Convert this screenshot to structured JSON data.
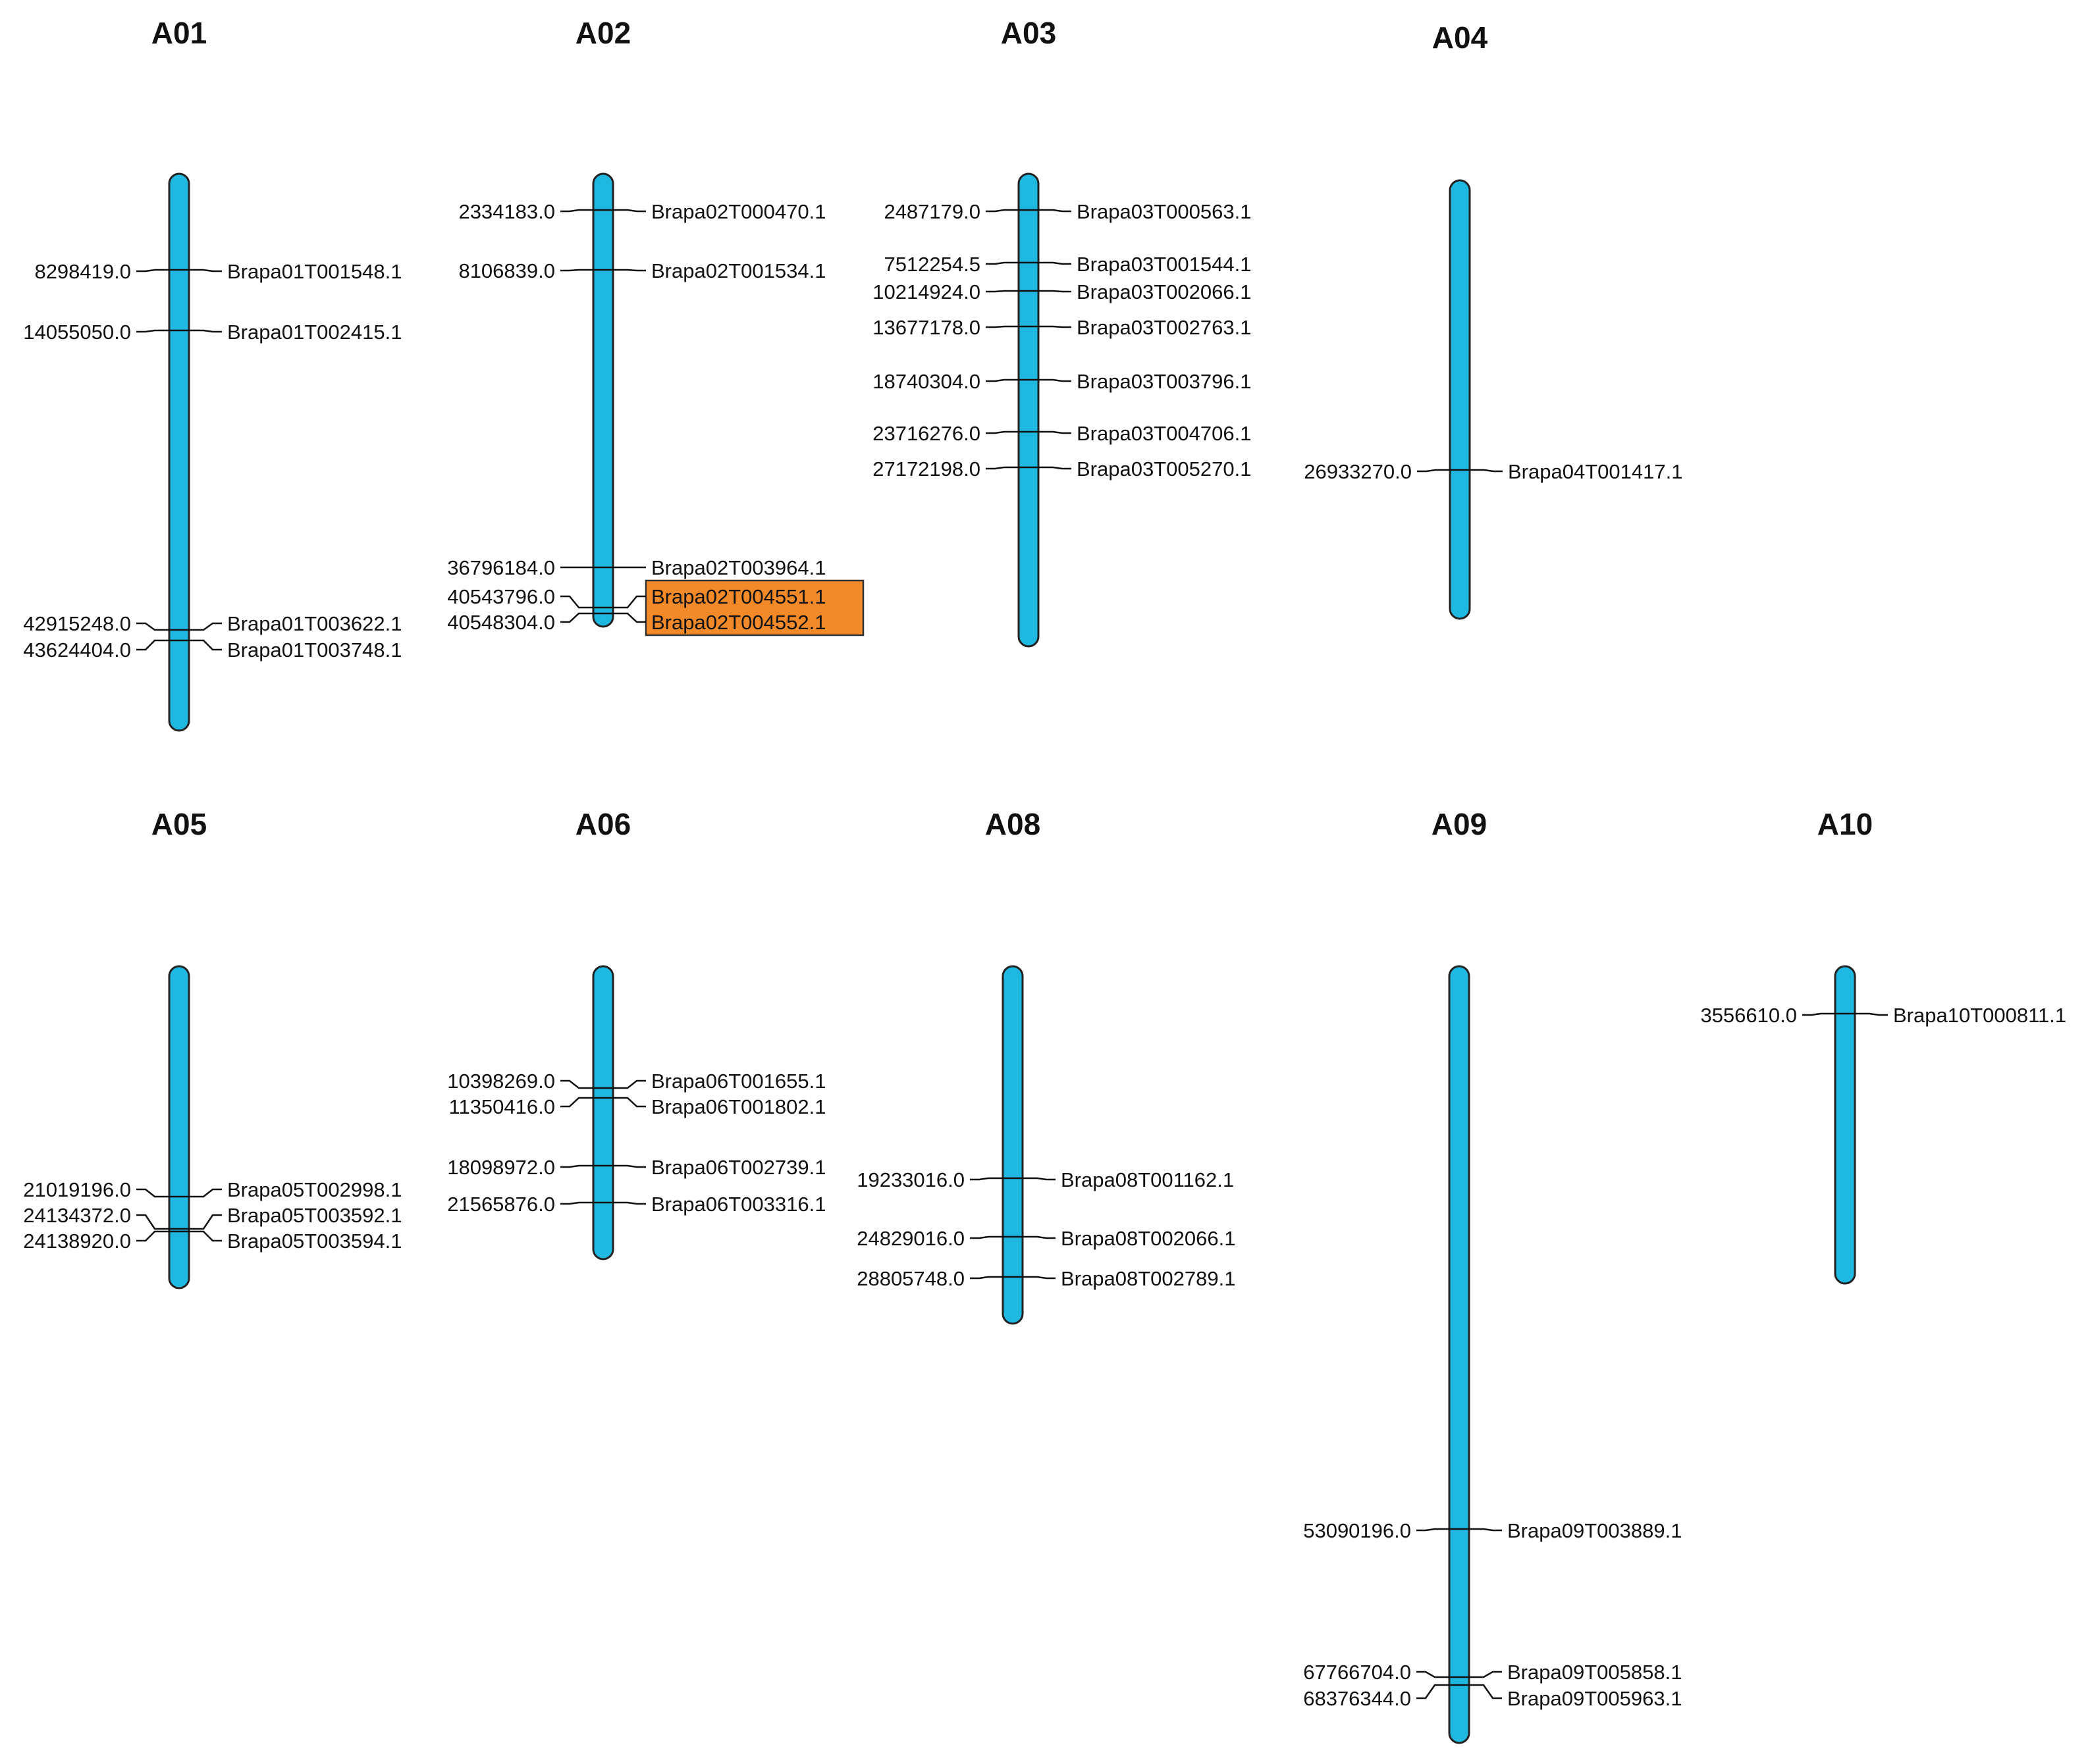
{
  "diagram": {
    "type": "chromosome-gene-map",
    "colors": {
      "chromosome_fill": "#1fb8e0",
      "chromosome_stroke": "#222222",
      "highlight_fill": "#f28a2a",
      "highlight_stroke": "#333333",
      "line": "#111111"
    },
    "chromosomes": [
      {
        "name": "A01",
        "genes": [
          {
            "position": "8298419.0",
            "gene": "Brapa01T001548.1"
          },
          {
            "position": "14055050.0",
            "gene": "Brapa01T002415.1"
          },
          {
            "position": "42915248.0",
            "gene": "Brapa01T003622.1"
          },
          {
            "position": "43624404.0",
            "gene": "Brapa01T003748.1"
          }
        ]
      },
      {
        "name": "A02",
        "genes": [
          {
            "position": "2334183.0",
            "gene": "Brapa02T000470.1"
          },
          {
            "position": "8106839.0",
            "gene": "Brapa02T001534.1"
          },
          {
            "position": "36796184.0",
            "gene": "Brapa02T003964.1"
          },
          {
            "position": "40543796.0",
            "gene": "Brapa02T004551.1",
            "highlighted": true
          },
          {
            "position": "40548304.0",
            "gene": "Brapa02T004552.1",
            "highlighted": true
          }
        ]
      },
      {
        "name": "A03",
        "genes": [
          {
            "position": "2487179.0",
            "gene": "Brapa03T000563.1"
          },
          {
            "position": "7512254.5",
            "gene": "Brapa03T001544.1"
          },
          {
            "position": "10214924.0",
            "gene": "Brapa03T002066.1"
          },
          {
            "position": "13677178.0",
            "gene": "Brapa03T002763.1"
          },
          {
            "position": "18740304.0",
            "gene": "Brapa03T003796.1"
          },
          {
            "position": "23716276.0",
            "gene": "Brapa03T004706.1"
          },
          {
            "position": "27172198.0",
            "gene": "Brapa03T005270.1"
          }
        ]
      },
      {
        "name": "A04",
        "genes": [
          {
            "position": "26933270.0",
            "gene": "Brapa04T001417.1"
          }
        ]
      },
      {
        "name": "A05",
        "genes": [
          {
            "position": "21019196.0",
            "gene": "Brapa05T002998.1"
          },
          {
            "position": "24134372.0",
            "gene": "Brapa05T003592.1"
          },
          {
            "position": "24138920.0",
            "gene": "Brapa05T003594.1"
          }
        ]
      },
      {
        "name": "A06",
        "genes": [
          {
            "position": "10398269.0",
            "gene": "Brapa06T001655.1"
          },
          {
            "position": "11350416.0",
            "gene": "Brapa06T001802.1"
          },
          {
            "position": "18098972.0",
            "gene": "Brapa06T002739.1"
          },
          {
            "position": "21565876.0",
            "gene": "Brapa06T003316.1"
          }
        ]
      },
      {
        "name": "A08",
        "genes": [
          {
            "position": "19233016.0",
            "gene": "Brapa08T001162.1"
          },
          {
            "position": "24829016.0",
            "gene": "Brapa08T002066.1"
          },
          {
            "position": "28805748.0",
            "gene": "Brapa08T002789.1"
          }
        ]
      },
      {
        "name": "A09",
        "genes": [
          {
            "position": "53090196.0",
            "gene": "Brapa09T003889.1"
          },
          {
            "position": "67766704.0",
            "gene": "Brapa09T005858.1"
          },
          {
            "position": "68376344.0",
            "gene": "Brapa09T005963.1"
          }
        ]
      },
      {
        "name": "A10",
        "genes": [
          {
            "position": "3556610.0",
            "gene": "Brapa10T000811.1"
          }
        ]
      }
    ]
  }
}
